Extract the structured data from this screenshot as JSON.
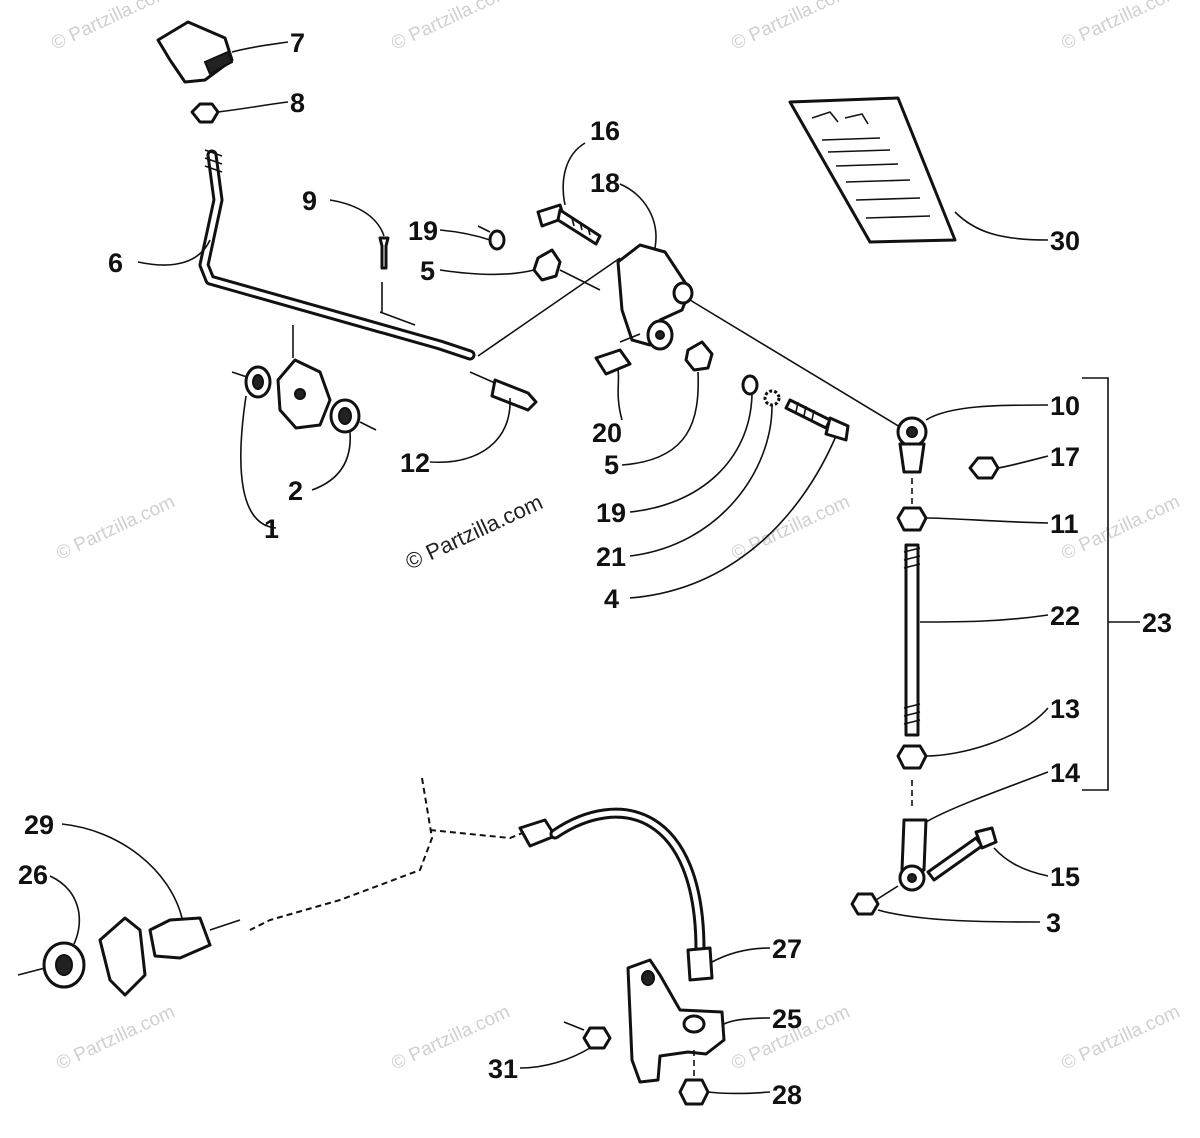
{
  "diagram": {
    "watermark": "© Partzilla.com",
    "callouts": [
      {
        "num": "1"
      },
      {
        "num": "2"
      },
      {
        "num": "3"
      },
      {
        "num": "4"
      },
      {
        "num": "5"
      },
      {
        "num": "5"
      },
      {
        "num": "6"
      },
      {
        "num": "7"
      },
      {
        "num": "8"
      },
      {
        "num": "9"
      },
      {
        "num": "10"
      },
      {
        "num": "11"
      },
      {
        "num": "12"
      },
      {
        "num": "13"
      },
      {
        "num": "14"
      },
      {
        "num": "15"
      },
      {
        "num": "16"
      },
      {
        "num": "17"
      },
      {
        "num": "18"
      },
      {
        "num": "19"
      },
      {
        "num": "19"
      },
      {
        "num": "20"
      },
      {
        "num": "21"
      },
      {
        "num": "22"
      },
      {
        "num": "23"
      },
      {
        "num": "25"
      },
      {
        "num": "26"
      },
      {
        "num": "27"
      },
      {
        "num": "28"
      },
      {
        "num": "29"
      },
      {
        "num": "30"
      },
      {
        "num": "31"
      }
    ]
  }
}
